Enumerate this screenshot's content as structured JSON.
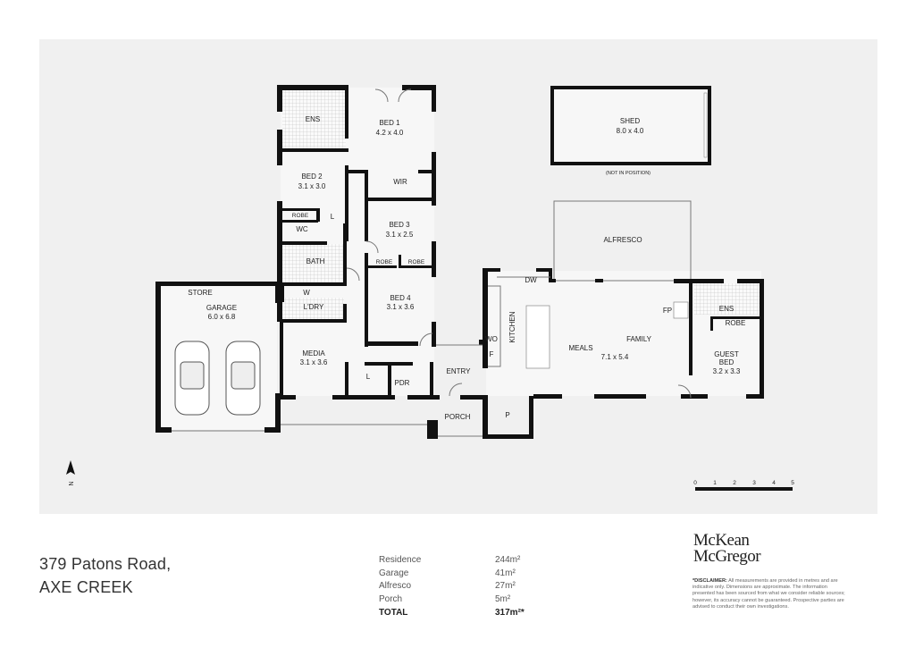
{
  "property": {
    "address_line1": "379 Patons Road,",
    "address_line2": "AXE CREEK"
  },
  "rooms": {
    "ens": "ENS",
    "bed1": {
      "name": "BED 1",
      "size": "4.2 x 4.0"
    },
    "bed2": {
      "name": "BED 2",
      "size": "3.1 x 3.0"
    },
    "wir": "WIR",
    "robe_bed2": "ROBE",
    "l_linen": "L",
    "wc": "WC",
    "bed3": {
      "name": "BED 3",
      "size": "3.1 x 2.5"
    },
    "robe_bed4_a": "ROBE",
    "robe_bed4_b": "ROBE",
    "bath": "BATH",
    "w": "W",
    "ldry": "L'DRY",
    "bed4": {
      "name": "BED 4",
      "size": "3.1 x 3.6"
    },
    "store": "STORE",
    "garage": {
      "name": "GARAGE",
      "size": "6.0 x 6.8"
    },
    "media": {
      "name": "MEDIA",
      "size": "3.1 x 3.6"
    },
    "l_hall": "L",
    "pdr": "PDR",
    "entry": "ENTRY",
    "porch": "PORCH",
    "dw": "DW",
    "kitchen": "KITCHEN",
    "wo": "WO",
    "f": "F",
    "meals": "MEALS",
    "family": "FAMILY",
    "living_size": "7.1 x 5.4",
    "fp": "FP",
    "p": "P",
    "ens_guest": "ENS",
    "robe_guest": "ROBE",
    "guest_bed": {
      "name1": "GUEST",
      "name2": "BED",
      "size": "3.2 x 3.3"
    },
    "alfresco": "ALFRESCO",
    "shed": {
      "name": "SHED",
      "size": "8.0 x 4.0",
      "note": "(NOT IN POSITION)"
    }
  },
  "north_label": "N",
  "scale_bar": {
    "ticks": [
      "0",
      "1",
      "2",
      "3",
      "4",
      "5"
    ]
  },
  "areas": [
    {
      "label": "Residence",
      "value": "244m²"
    },
    {
      "label": "Garage",
      "value": "41m²"
    },
    {
      "label": "Alfresco",
      "value": "27m²"
    },
    {
      "label": "Porch",
      "value": "5m²"
    }
  ],
  "total": {
    "label": "TOTAL",
    "value": "317m²*"
  },
  "brand": {
    "line1": "McKean",
    "line2": "McGregor"
  },
  "disclaimer": {
    "title": "*DISCLAIMER:",
    "text": "All measurements are provided in metres and are indicative only. Dimensions are approximate. The information presented has been sourced from what we consider reliable sources; however, its accuracy cannot be guaranteed. Prospective parties are advised to conduct their own investigations."
  }
}
